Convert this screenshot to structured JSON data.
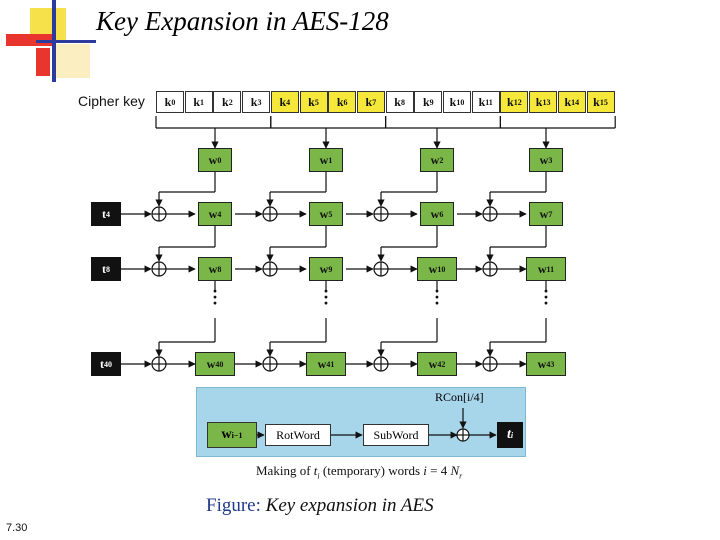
{
  "title": "Key Expansion in AES-128",
  "cipher_key_label": "Cipher key",
  "key_cells": [
    {
      "base": "k",
      "sub": "0"
    },
    {
      "base": "k",
      "sub": "1"
    },
    {
      "base": "k",
      "sub": "2"
    },
    {
      "base": "k",
      "sub": "3"
    },
    {
      "base": "k",
      "sub": "4"
    },
    {
      "base": "k",
      "sub": "5"
    },
    {
      "base": "k",
      "sub": "6"
    },
    {
      "base": "k",
      "sub": "7"
    },
    {
      "base": "k",
      "sub": "8"
    },
    {
      "base": "k",
      "sub": "9"
    },
    {
      "base": "k",
      "sub": "10"
    },
    {
      "base": "k",
      "sub": "11"
    },
    {
      "base": "k",
      "sub": "12"
    },
    {
      "base": "k",
      "sub": "13"
    },
    {
      "base": "k",
      "sub": "14"
    },
    {
      "base": "k",
      "sub": "15"
    }
  ],
  "key_group_colors": [
    "#ffffff",
    "#f5e83a",
    "#ffffff",
    "#f5e83a"
  ],
  "word_rows": [
    {
      "t": null,
      "words": [
        {
          "b": "w",
          "s": "0"
        },
        {
          "b": "w",
          "s": "1"
        },
        {
          "b": "w",
          "s": "2"
        },
        {
          "b": "w",
          "s": "3"
        }
      ]
    },
    {
      "t": {
        "b": "t",
        "s": "4"
      },
      "words": [
        {
          "b": "w",
          "s": "4"
        },
        {
          "b": "w",
          "s": "5"
        },
        {
          "b": "w",
          "s": "6"
        },
        {
          "b": "w",
          "s": "7"
        }
      ]
    },
    {
      "t": {
        "b": "t",
        "s": "8"
      },
      "words": [
        {
          "b": "w",
          "s": "8"
        },
        {
          "b": "w",
          "s": "9"
        },
        {
          "b": "w",
          "s": "10"
        },
        {
          "b": "w",
          "s": "11"
        }
      ]
    },
    {
      "t": {
        "b": "t",
        "s": "40"
      },
      "words": [
        {
          "b": "w",
          "s": "40"
        },
        {
          "b": "w",
          "s": "41"
        },
        {
          "b": "w",
          "s": "42"
        },
        {
          "b": "w",
          "s": "43"
        }
      ]
    }
  ],
  "panel": {
    "input": {
      "b": "w",
      "s": "i−1"
    },
    "rotword": "RotWord",
    "subword": "SubWord",
    "rcon": "RCon[i/4]",
    "output": {
      "b": "t",
      "s": "i"
    }
  },
  "making_caption": {
    "pre": "Making of ",
    "t": "t",
    "t_sub": "i",
    "mid": " (temporary) words ",
    "i": "i",
    "eq": " = 4 ",
    "n": "N",
    "n_sub": "r"
  },
  "figure_caption": {
    "label": "Figure:",
    "text": "Key expansion in AES"
  },
  "slide_number": "7.30",
  "colors": {
    "word_green": "#7ab648",
    "key_yellow": "#f5e83a",
    "panel_blue": "#a7d5ea",
    "deco_yellow": "#f7e14a",
    "deco_red": "#e8352e",
    "deco_blue": "#2b3a9c"
  }
}
